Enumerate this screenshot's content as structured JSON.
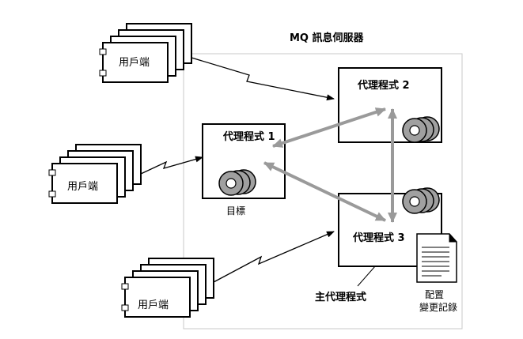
{
  "server_title": "MQ 訊息伺服器",
  "clients": [
    {
      "label": "用戶端"
    },
    {
      "label": "用戶端"
    },
    {
      "label": "用戶端"
    }
  ],
  "brokers": [
    {
      "label": "代理程式 1"
    },
    {
      "label": "代理程式 2"
    },
    {
      "label": "代理程式 3"
    }
  ],
  "destination_label": "目標",
  "master_broker_label": "主代理程式",
  "config_store": {
    "line1": "配置",
    "line2": "變更記錄"
  },
  "colors": {
    "server_border": "#c8c8c8",
    "link_arrows": "#9a9a9a",
    "disk_fill": "#a0a0a0"
  }
}
